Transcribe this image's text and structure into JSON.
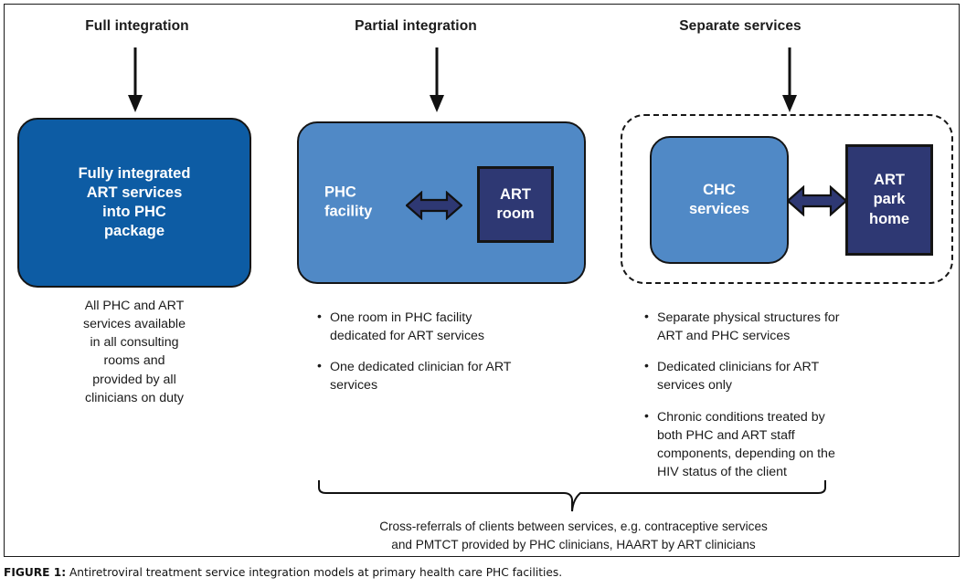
{
  "figure": {
    "caption_label": "FIGURE 1:",
    "caption_text": " Antiretroviral treatment service integration models at primary health care PHC facilities."
  },
  "colors": {
    "dark_blue": "#0d5ca4",
    "medium_blue": "#5089c6",
    "navy": "#2e3873",
    "outline": "#151515",
    "text_dark": "#1a1a1a",
    "white": "#ffffff"
  },
  "columns": [
    {
      "id": "full-integration",
      "title": "Full integration",
      "box_label": "Fully integrated\nART services\ninto PHC\npackage",
      "description_style": "centered-paragraph",
      "description": "All PHC and ART\nservices available\nin all consulting\nrooms and\nprovided  by all\nclinicians on duty",
      "bullets": []
    },
    {
      "id": "partial-integration",
      "title": "Partial integration",
      "box_label": "PHC\nfacility",
      "inner_box_label": "ART\nroom",
      "description_style": "bullets",
      "bullets": [
        "One room in PHC facility dedicated for ART services",
        "One dedicated clinician for ART services"
      ]
    },
    {
      "id": "separate-services",
      "title": "Separate services",
      "box_label": "CHC\nservices",
      "inner_box_label": "ART\npark\nhome",
      "description_style": "bullets",
      "bullets": [
        "Separate physical structures for ART and PHC services",
        "Dedicated clinicians for ART services only",
        "Chronic conditions treated by both PHC and ART staff components, depending on the HIV status of the client"
      ]
    }
  ],
  "footer": {
    "cross_referral_text": "Cross-referrals of clients between services, e.g. contraceptive services\nand PMTCT provided by PHC clinicians, HAART by ART clinicians"
  },
  "icons": {
    "down_arrow": "down-arrow-icon",
    "double_arrow": "double-headed-arrow-icon",
    "brace": "curly-brace-icon",
    "bullet": "•"
  }
}
